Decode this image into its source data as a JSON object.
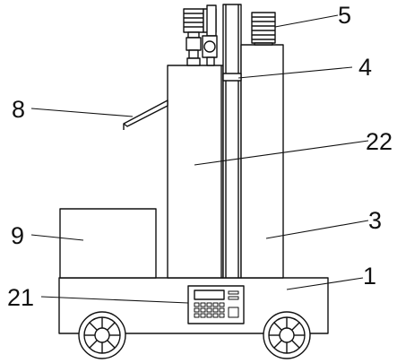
{
  "figure": {
    "kind": "patent-line-drawing",
    "colors": {
      "stroke": "#111111",
      "background": "#ffffff",
      "screen": "#ffffff"
    },
    "callouts": [
      {
        "id": "c5",
        "label": "5"
      },
      {
        "id": "c4",
        "label": "4"
      },
      {
        "id": "c8",
        "label": "8"
      },
      {
        "id": "c22",
        "label": "22"
      },
      {
        "id": "c9",
        "label": "9"
      },
      {
        "id": "c3",
        "label": "3"
      },
      {
        "id": "c21",
        "label": "21"
      },
      {
        "id": "c1",
        "label": "1"
      }
    ]
  }
}
